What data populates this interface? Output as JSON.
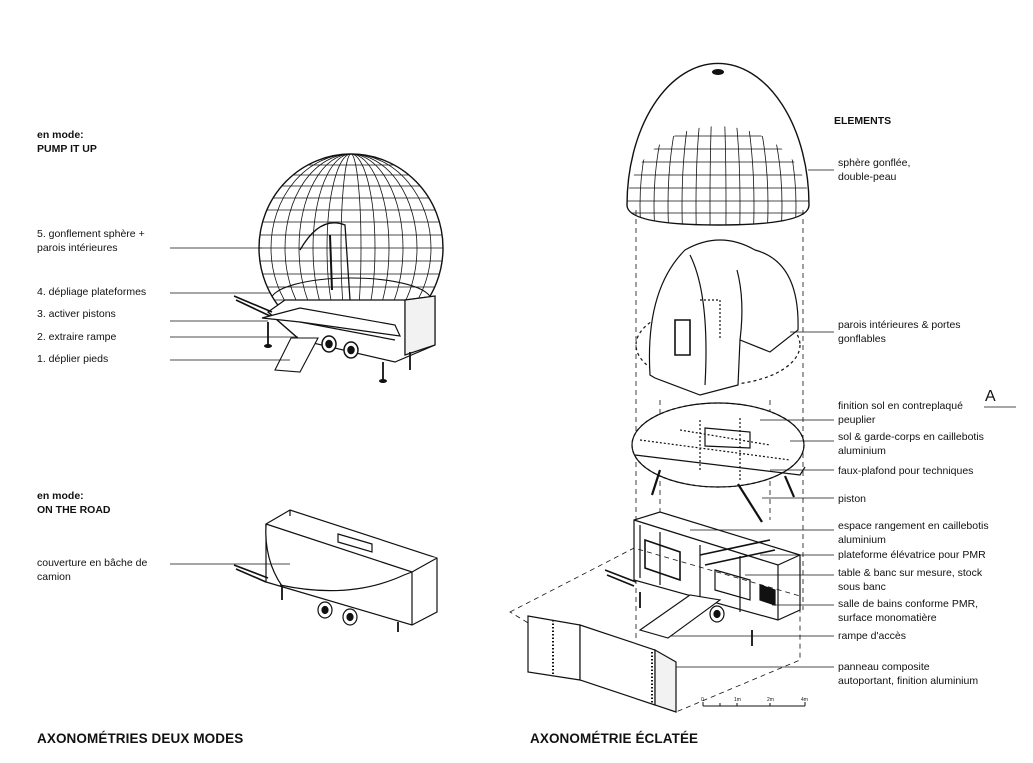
{
  "left": {
    "mode1_prefix": "en mode:",
    "mode1_name": "PUMP IT UP",
    "steps": [
      "5. gonflement sphère +\nparois intérieures",
      "4. dépliage plateformes",
      "3. activer pistons",
      "2. extraire rampe",
      "1. déplier pieds"
    ],
    "mode2_prefix": "en mode:",
    "mode2_name": "ON THE ROAD",
    "road_label": "couverture en bâche de\ncamion",
    "title": "AXONOMÉTRIES DEUX MODES"
  },
  "right": {
    "elements_header": "ELEMENTS",
    "elements": [
      "sphère gonflée,\ndouble-peau",
      "parois intérieures & portes\ngonflables",
      "finition sol en contreplaqué\npeuplier",
      "sol & garde-corps en caillebotis\naluminium",
      "faux-plafond pour techniques",
      "piston",
      "espace rangement en caillebotis\naluminium",
      "plateforme élévatrice pour PMR",
      "table & banc sur mesure, stock\nsous banc",
      "salle de bains conforme PMR,\nsurface monomatière",
      "rampe d'accès",
      "panneau composite\nautoportant, finition aluminium"
    ],
    "section_marker": "A",
    "scale_labels": [
      "0",
      "1m",
      "2m",
      "4m"
    ],
    "title": "AXONOMÉTRIE ÉCLATÉE"
  }
}
